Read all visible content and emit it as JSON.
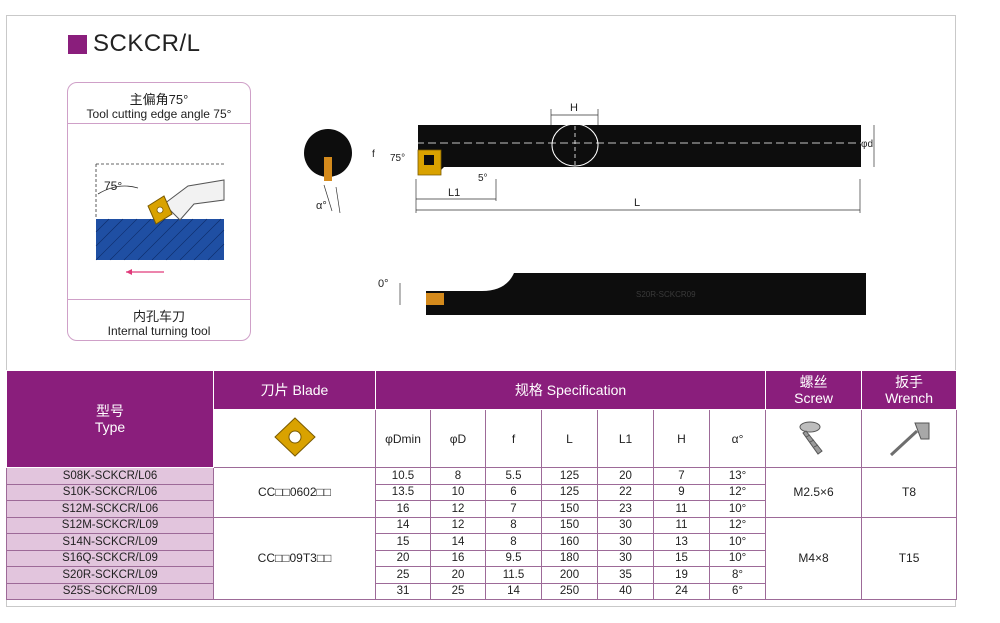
{
  "title": "SCKCR/L",
  "info_box": {
    "top_cn": "主偏角75°",
    "top_en": "Tool cutting edge angle 75°",
    "angle_label": "75°",
    "bottom_cn": "内孔车刀",
    "bottom_en": "Internal turning tool"
  },
  "drawing": {
    "label_h": "H",
    "label_f": "f",
    "label_angle75": "75°",
    "label_angle5": "5°",
    "label_alpha": "α°",
    "label_l1": "L1",
    "label_l": "L",
    "label_d": "φd",
    "label_zero": "0°",
    "shank_marking": "S20R-SCKCR09"
  },
  "table": {
    "header_type_cn": "型号",
    "header_type_en": "Type",
    "header_blade": "刀片 Blade",
    "header_spec": "规格 Specification",
    "header_screw_cn": "螺丝",
    "header_screw_en": "Screw",
    "header_wrench_cn": "扳手",
    "header_wrench_en": "Wrench",
    "columns": [
      "φDmin",
      "φD",
      "f",
      "L",
      "L1",
      "H",
      "α°"
    ],
    "rows": [
      {
        "type": "S08K-SCKCR/L06",
        "dmin": "10.5",
        "d": "8",
        "f": "5.5",
        "l": "125",
        "l1": "20",
        "h": "7",
        "a": "13°"
      },
      {
        "type": "S10K-SCKCR/L06",
        "dmin": "13.5",
        "d": "10",
        "f": "6",
        "l": "125",
        "l1": "22",
        "h": "9",
        "a": "12°"
      },
      {
        "type": "S12M-SCKCR/L06",
        "dmin": "16",
        "d": "12",
        "f": "7",
        "l": "150",
        "l1": "23",
        "h": "11",
        "a": "10°"
      },
      {
        "type": "S12M-SCKCR/L09",
        "dmin": "14",
        "d": "12",
        "f": "8",
        "l": "150",
        "l1": "30",
        "h": "11",
        "a": "12°"
      },
      {
        "type": "S14N-SCKCR/L09",
        "dmin": "15",
        "d": "14",
        "f": "8",
        "l": "160",
        "l1": "30",
        "h": "13",
        "a": "10°"
      },
      {
        "type": "S16Q-SCKCR/L09",
        "dmin": "20",
        "d": "16",
        "f": "9.5",
        "l": "180",
        "l1": "30",
        "h": "15",
        "a": "10°"
      },
      {
        "type": "S20R-SCKCR/L09",
        "dmin": "25",
        "d": "20",
        "f": "11.5",
        "l": "200",
        "l1": "35",
        "h": "19",
        "a": "8°"
      },
      {
        "type": "S25S-SCKCR/L09",
        "dmin": "31",
        "d": "25",
        "f": "14",
        "l": "250",
        "l1": "40",
        "h": "24",
        "a": "6°"
      }
    ],
    "group1": {
      "blade": "CC□□0602□□",
      "screw": "M2.5×6",
      "wrench": "T8"
    },
    "group2": {
      "blade": "CC□□09T3□□",
      "screw": "M4×8",
      "wrench": "T15"
    }
  },
  "colors": {
    "accent": "#8a1e7c",
    "row_bg": "#e2c5dd",
    "insert": "#d9a200"
  }
}
